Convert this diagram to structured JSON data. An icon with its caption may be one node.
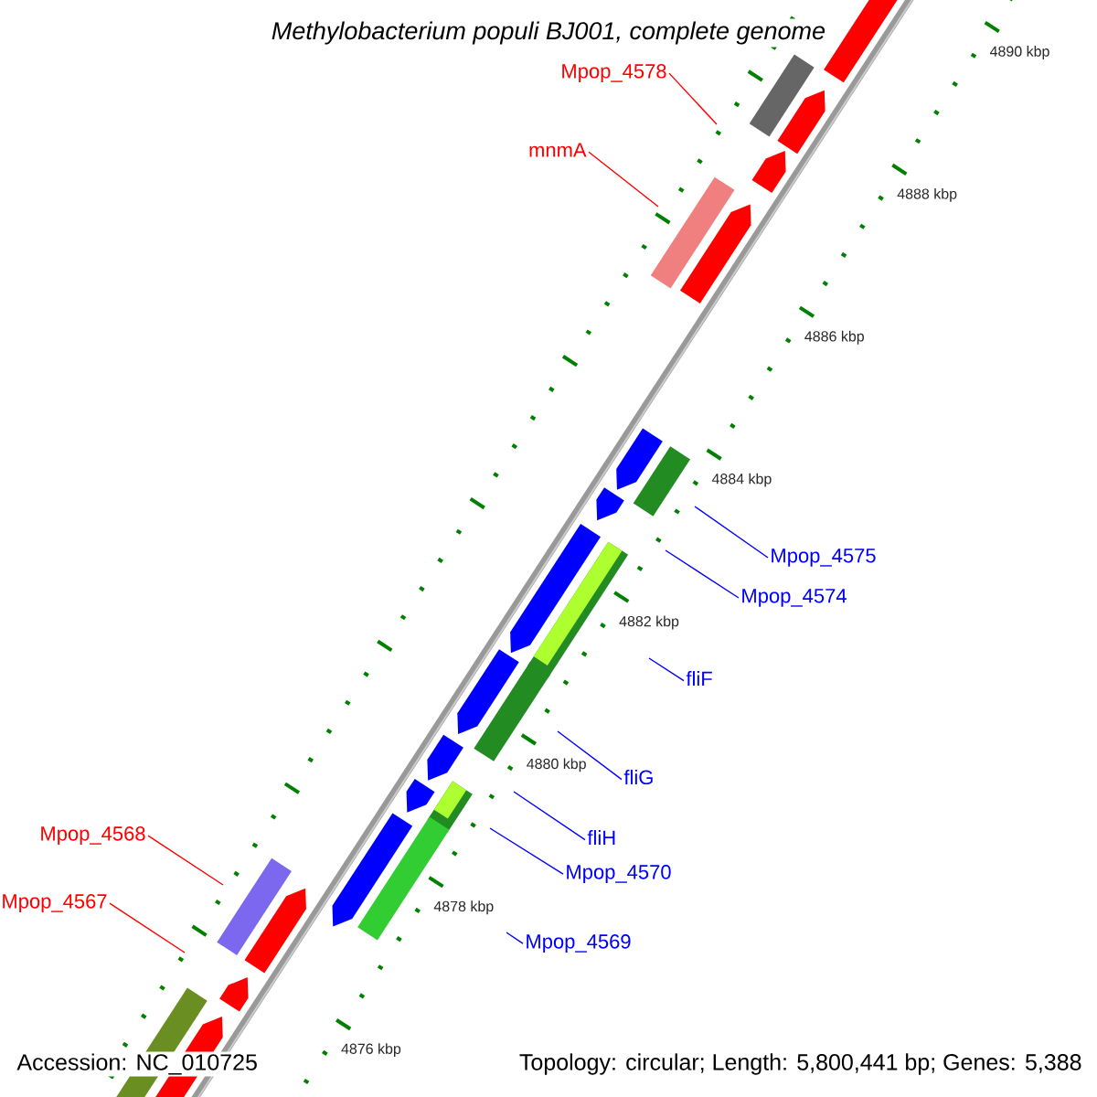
{
  "diagram": {
    "title": "Methylobacterium populi BJ001, complete genome",
    "nodes": [
      {
        "text": [
          "Mpop_4578"
        ]
      },
      {
        "text": [
          "mnmA"
        ]
      },
      {
        "text": [
          "Mpop_4575"
        ]
      },
      {
        "text": [
          "Mpop_4574"
        ]
      },
      {
        "text": [
          "fliF"
        ]
      },
      {
        "text": [
          "fliG"
        ]
      },
      {
        "text": [
          "Mpop_4568"
        ]
      },
      {
        "text": [
          "fliH"
        ]
      },
      {
        "text": [
          "Mpop_4570"
        ]
      },
      {
        "text": [
          "Mpop_4567"
        ]
      },
      {
        "text": [
          "Mpop_4569"
        ]
      }
    ],
    "edges": [
      {
        "from": 0,
        "to": null,
        "arrow": "none",
        "color": "#ff0000"
      },
      {
        "from": 1,
        "to": null,
        "arrow": "none",
        "color": "#ff0000"
      },
      {
        "from": 2,
        "to": null,
        "arrow": "none"
      },
      {
        "from": 3,
        "to": null,
        "arrow": "none"
      },
      {
        "from": 4,
        "to": null,
        "arrow": "none"
      },
      {
        "from": 5,
        "to": null,
        "arrow": "none"
      },
      {
        "from": 6,
        "to": null,
        "arrow": "none",
        "color": "#ff0000"
      },
      {
        "from": 7,
        "to": null,
        "arrow": "none"
      },
      {
        "from": 8,
        "to": null,
        "arrow": "none"
      },
      {
        "from": 9,
        "to": null,
        "arrow": "none",
        "color": "#ff0000"
      },
      {
        "from": 10,
        "to": null,
        "arrow": "none"
      }
    ],
    "labels": [
      "4890 kbp",
      "4888 kbp",
      "4886 kbp",
      "4884 kbp",
      "4882 kbp",
      "4880 kbp",
      "4878 kbp",
      "4876 kbp",
      "Accession: NC_010725",
      "Topology: circular; Length: 5,800,441 bp; Genes: 5,388"
    ]
  }
}
